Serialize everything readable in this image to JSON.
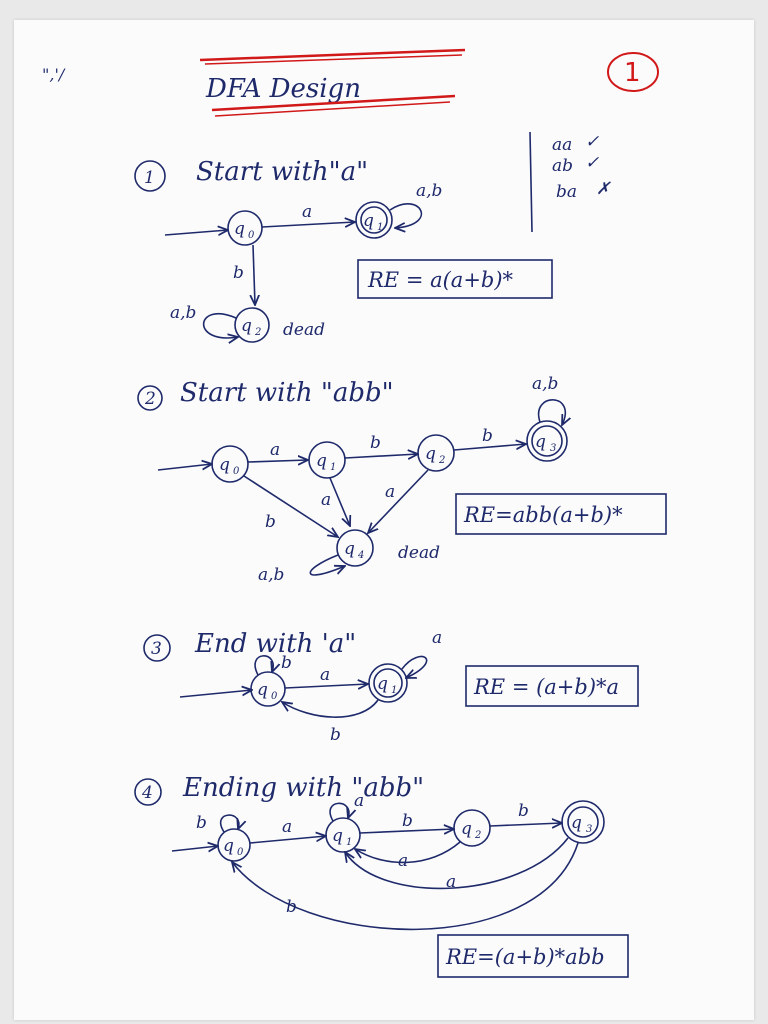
{
  "title": "DFA Design",
  "page_number": "1",
  "sections": [
    {
      "number": "1",
      "heading": "Start with\"a\"",
      "checks": [
        {
          "text": "aa",
          "mark": "✓"
        },
        {
          "text": "ab",
          "mark": "✓"
        },
        {
          "text": "ba",
          "mark": "✗"
        }
      ],
      "states": [
        {
          "id": "q",
          "sub": "0"
        },
        {
          "id": "q",
          "sub": "1"
        },
        {
          "id": "q",
          "sub": "2"
        }
      ],
      "labels": [
        "a",
        "a,b",
        "b",
        "a,b",
        "dead"
      ],
      "re": "RE = a(a+b)*"
    },
    {
      "number": "2",
      "heading": "Start with \"abb\"",
      "states": [
        {
          "id": "q",
          "sub": "0"
        },
        {
          "id": "q",
          "sub": "1"
        },
        {
          "id": "q",
          "sub": "2"
        },
        {
          "id": "q",
          "sub": "3"
        },
        {
          "id": "q",
          "sub": "4"
        }
      ],
      "labels": [
        "a",
        "b",
        "b",
        "a,b",
        "a",
        "a",
        "b",
        "a,b",
        "dead"
      ],
      "re": "RE=abb(a+b)*"
    },
    {
      "number": "3",
      "heading": "End with 'a\"",
      "states": [
        {
          "id": "q",
          "sub": "0"
        },
        {
          "id": "q",
          "sub": "1"
        }
      ],
      "labels": [
        "b",
        "a",
        "a",
        "b"
      ],
      "re": "RE = (a+b)*a"
    },
    {
      "number": "4",
      "heading": "Ending with \"abb\"",
      "states": [
        {
          "id": "q",
          "sub": "0"
        },
        {
          "id": "q",
          "sub": "1"
        },
        {
          "id": "q",
          "sub": "2"
        },
        {
          "id": "q",
          "sub": "3"
        }
      ],
      "labels": [
        "b",
        "a",
        "a",
        "b",
        "b",
        "a",
        "a",
        "b"
      ],
      "re": "RE=(a+b)*abb"
    }
  ]
}
